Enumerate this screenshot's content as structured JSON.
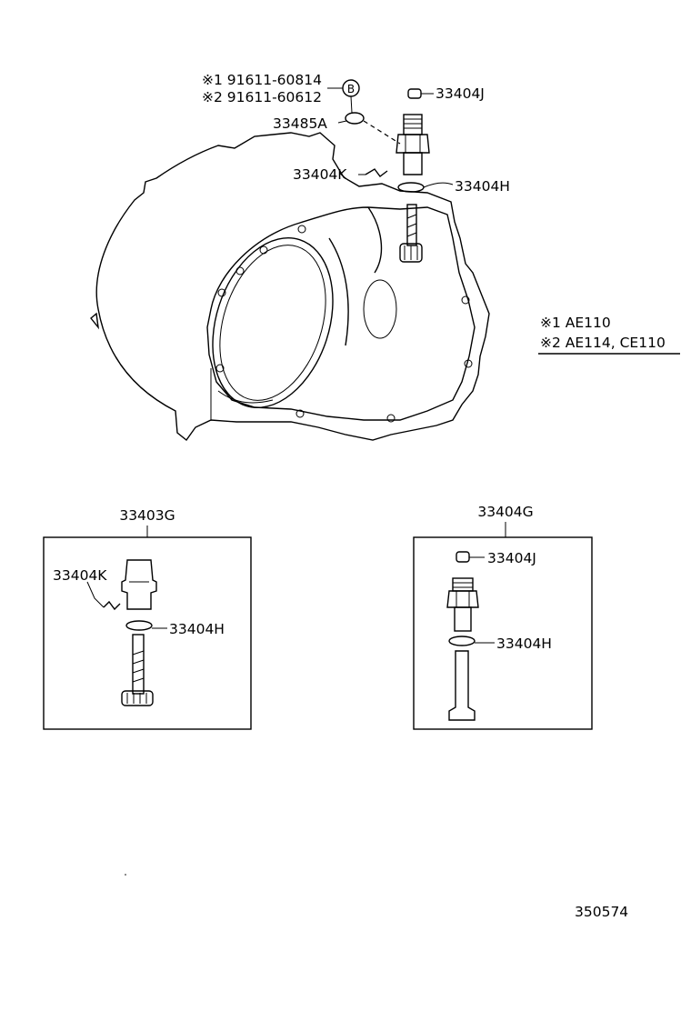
{
  "callouts": {
    "bolt_note_1": "※1 91611-60814",
    "bolt_note_2": "※2 91611-60612",
    "bolt_ref": "B",
    "sleeve_cap": "33404J",
    "clamp_plate": "33485A",
    "lock_clip": "33404K",
    "o_ring": "33404H"
  },
  "applicability": {
    "note_1": "※1 AE110",
    "note_2": "※2 AE114, CE110"
  },
  "kit_left": {
    "title": "33403G",
    "clip": "33404K",
    "o_ring": "33404H"
  },
  "kit_right": {
    "title": "33404G",
    "cap": "33404J",
    "o_ring": "33404H"
  },
  "illustration_number": "350574"
}
